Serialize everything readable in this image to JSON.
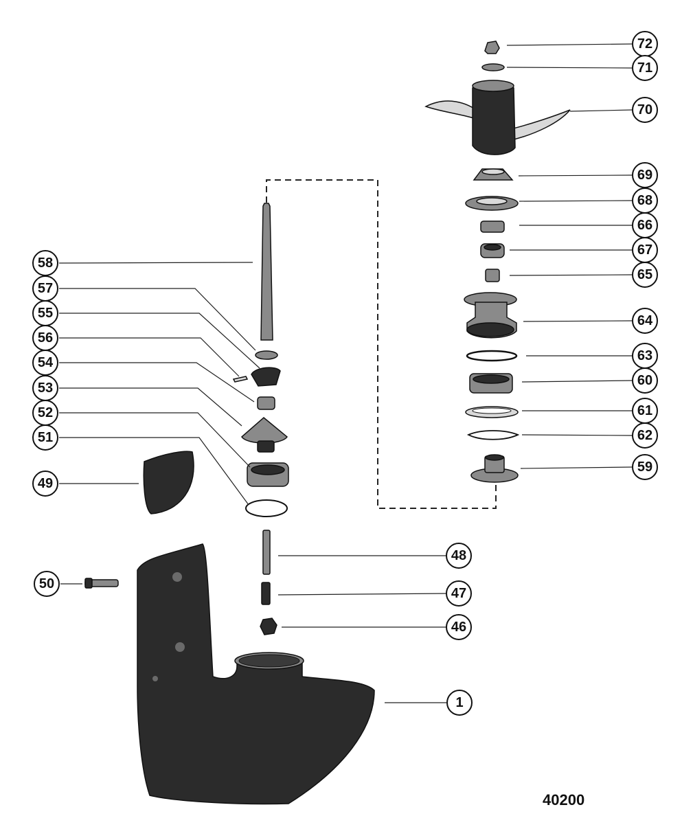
{
  "drawing_number": "40200",
  "callouts": [
    {
      "id": "c72",
      "label": "72"
    },
    {
      "id": "c71",
      "label": "71"
    },
    {
      "id": "c70",
      "label": "70"
    },
    {
      "id": "c69",
      "label": "69"
    },
    {
      "id": "c68",
      "label": "68"
    },
    {
      "id": "c66",
      "label": "66"
    },
    {
      "id": "c67",
      "label": "67"
    },
    {
      "id": "c65",
      "label": "65"
    },
    {
      "id": "c64",
      "label": "64"
    },
    {
      "id": "c63",
      "label": "63"
    },
    {
      "id": "c60",
      "label": "60"
    },
    {
      "id": "c61",
      "label": "61"
    },
    {
      "id": "c62",
      "label": "62"
    },
    {
      "id": "c59",
      "label": "59"
    },
    {
      "id": "c58",
      "label": "58"
    },
    {
      "id": "c57",
      "label": "57"
    },
    {
      "id": "c55",
      "label": "55"
    },
    {
      "id": "c56",
      "label": "56"
    },
    {
      "id": "c54",
      "label": "54"
    },
    {
      "id": "c53",
      "label": "53"
    },
    {
      "id": "c52",
      "label": "52"
    },
    {
      "id": "c51",
      "label": "51"
    },
    {
      "id": "c49",
      "label": "49"
    },
    {
      "id": "c50",
      "label": "50"
    },
    {
      "id": "c48",
      "label": "48"
    },
    {
      "id": "c47",
      "label": "47"
    },
    {
      "id": "c46",
      "label": "46"
    },
    {
      "id": "c1",
      "label": "1"
    }
  ]
}
